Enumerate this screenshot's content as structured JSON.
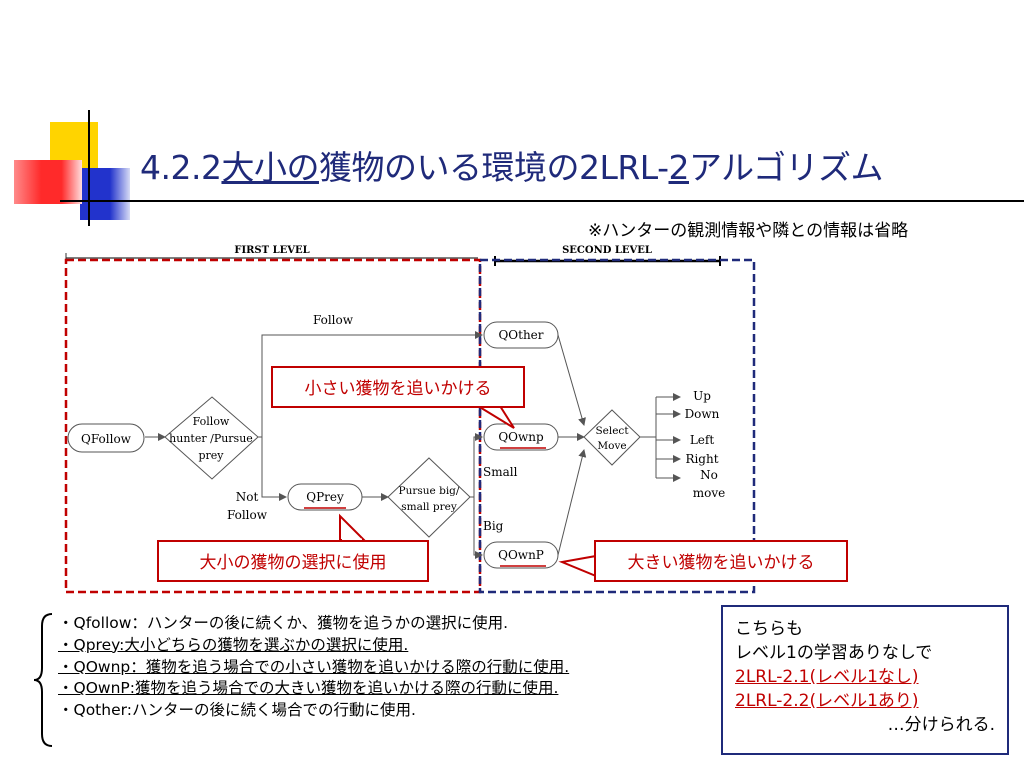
{
  "slide": {
    "title_prefix": "4.2.2",
    "title_underlined": "大小の",
    "title_mid": "獲物のいる環境の2LRL-",
    "title_underlined2": "2",
    "title_suffix": "アルゴリズム",
    "note": "※ハンターの観測情報や隣との情報は省略"
  },
  "diagram": {
    "first_level": "FIRST LEVEL",
    "second_level": "SECOND LEVEL",
    "nodes": {
      "qfollow": "QFollow",
      "decision1_line1": "Follow",
      "decision1_line2": "hunter /Pursue",
      "decision1_line3": "prey",
      "qprey": "QPrey",
      "decision2_line1": "Pursue big/",
      "decision2_line2": "small prey",
      "qother": "QOther",
      "qownp": "QOwnp",
      "qownp_big": "QOwnP",
      "select_line1": "Select",
      "select_line2": "Move"
    },
    "edge_labels": {
      "follow": "Follow",
      "not": "Not",
      "not_follow": "Follow",
      "small": "Small",
      "big": "Big"
    },
    "moves": [
      "Up",
      "Down",
      "Left",
      "Right",
      "No",
      "move"
    ]
  },
  "callouts": {
    "small_prey": "小さい獲物を追いかける",
    "selection": "大小の獲物の選択に使用",
    "big_prey": "大きい獲物を追いかける"
  },
  "legend": [
    "・Qfollow：ハンターの後に続くか、獲物を追うかの選択に使用.",
    "・Qprey:大小どちらの獲物を選ぶかの選択に使用.",
    "・QOwnp：獲物を追う場合での小さい獲物を追いかける際の行動に使用.",
    "・QOwnP:獲物を追う場合での大きい獲物を追いかける際の行動に使用.",
    "・Qother:ハンターの後に続く場合での行動に使用."
  ],
  "box": {
    "line1": "こちらも",
    "line2": "レベル1の学習ありなしで",
    "link1": "2LRL-2.1(レベル1なし)",
    "link2": "2LRL-2.2(レベル1あり)",
    "end": "…分けられる."
  },
  "colors": {
    "title": "#1f2a7a",
    "red": "#c00000",
    "navy": "#1f2a7a",
    "deco_yellow": "#ffd400",
    "deco_red": "#ff3333",
    "deco_blue": "#2233cc"
  }
}
